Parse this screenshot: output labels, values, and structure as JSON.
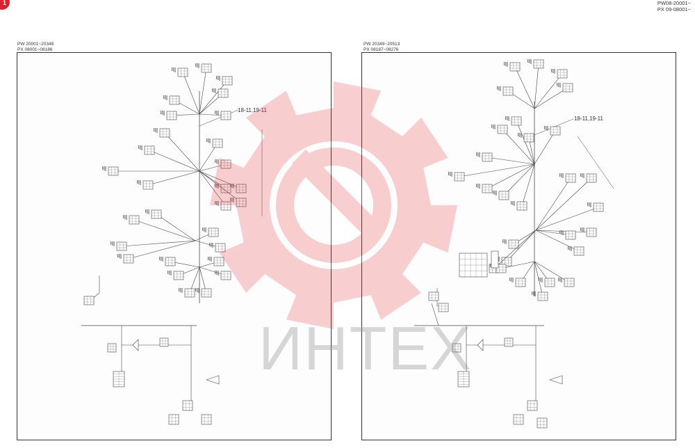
{
  "badge": {
    "text": "1",
    "color": "#e0202a"
  },
  "header": {
    "lines": [
      "PW08-20001~",
      "PX 09-08001~"
    ]
  },
  "panels": [
    {
      "label_lines": [
        "PW 20001~20348",
        "PX 08001~08186"
      ],
      "part_number": "18-11,19-11"
    },
    {
      "label_lines": [
        "PW 20349~20513",
        "PX 08187~08276"
      ],
      "part_number": "18-11,19-11"
    }
  ],
  "watermark": {
    "text": "ИНТЕХ",
    "color": "#e8262e"
  }
}
